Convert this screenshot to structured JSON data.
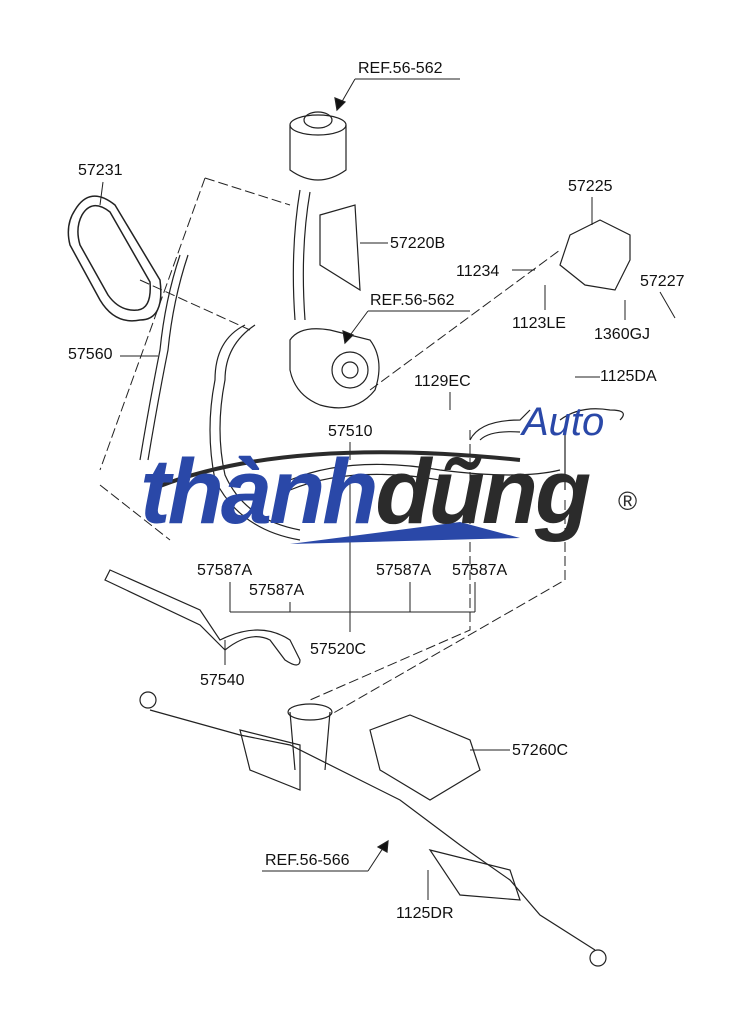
{
  "diagram": {
    "labels": {
      "ref_top": "REF.56-562",
      "ref_pump": "REF.56-562",
      "ref_rack": "REF.56-566",
      "p57231": "57231",
      "p57220B": "57220B",
      "p57225": "57225",
      "p11234": "11234",
      "p57227": "57227",
      "p1123LE": "1123LE",
      "p1360GJ": "1360GJ",
      "p57560": "57560",
      "p1129EC": "1129EC",
      "p1125DA": "1125DA",
      "p57510": "57510",
      "p57587A_1": "57587A",
      "p57587A_2": "57587A",
      "p57587A_3": "57587A",
      "p57587A_4": "57587A",
      "p57520C": "57520C",
      "p57540": "57540",
      "p57260C": "57260C",
      "p1125DR": "1125DR"
    }
  },
  "watermark": {
    "part1": "thành",
    "part2": "dũng",
    "auto": "Auto",
    "registered": "®",
    "colors": {
      "blue": "#2a48a8",
      "dark": "#2b2b2b"
    }
  }
}
